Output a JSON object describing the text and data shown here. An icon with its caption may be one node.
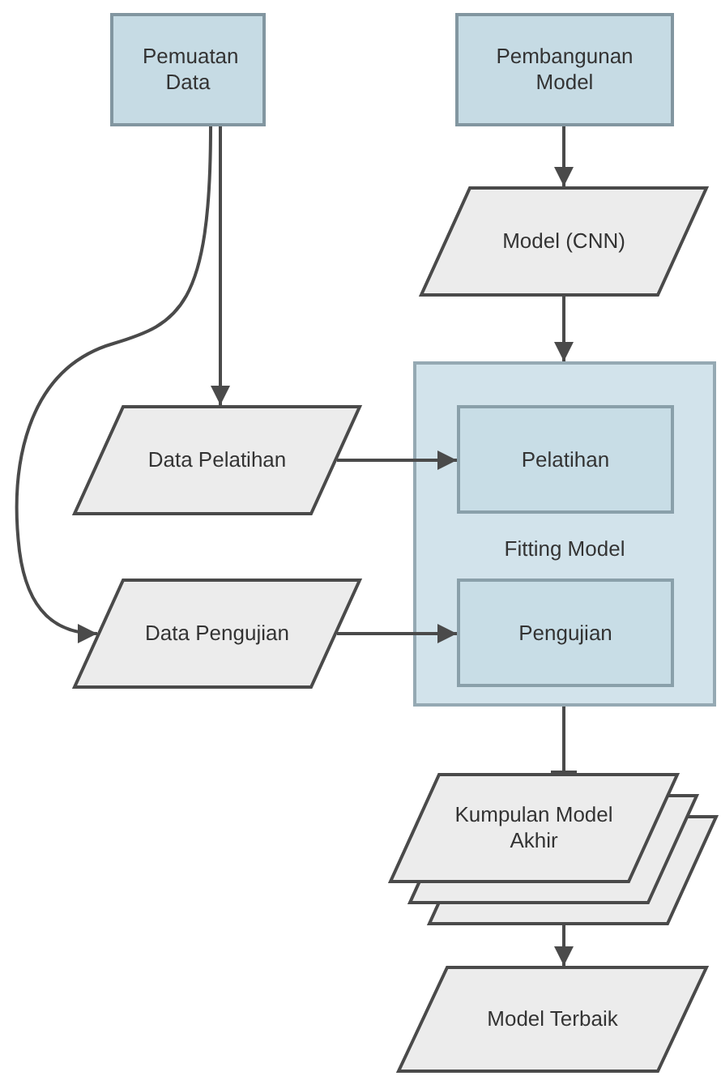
{
  "diagram": {
    "nodes": [
      {
        "text": [
          "Pemuatan Data"
        ]
      },
      {
        "text": [
          "Pembangunan Model"
        ]
      },
      {
        "text": [
          "Model (CNN)"
        ]
      },
      {
        "text": [
          "Fitting Model"
        ]
      },
      {
        "text": [
          "Pelatihan"
        ],
        "in": 3
      },
      {
        "text": [
          "Pengujian"
        ],
        "in": 3
      },
      {
        "text": [
          "Data Pelatihan"
        ]
      },
      {
        "text": [
          "Data Pengujian"
        ]
      },
      {
        "text": [
          "Kumpulan Model Akhir"
        ]
      },
      {
        "text": [
          "Model Terbaik"
        ]
      }
    ],
    "edges": [
      {
        "from": 0,
        "to": 6,
        "arrow": "to"
      },
      {
        "from": 0,
        "to": 7,
        "arrow": "to"
      },
      {
        "from": 1,
        "to": 2,
        "arrow": "to"
      },
      {
        "from": 2,
        "to": 3,
        "arrow": "to"
      },
      {
        "from": 6,
        "to": 4,
        "arrow": "to"
      },
      {
        "from": 7,
        "to": 5,
        "arrow": "to"
      },
      {
        "from": 3,
        "to": 8,
        "arrow": "other"
      },
      {
        "from": 8,
        "to": 9,
        "arrow": "to"
      }
    ]
  }
}
